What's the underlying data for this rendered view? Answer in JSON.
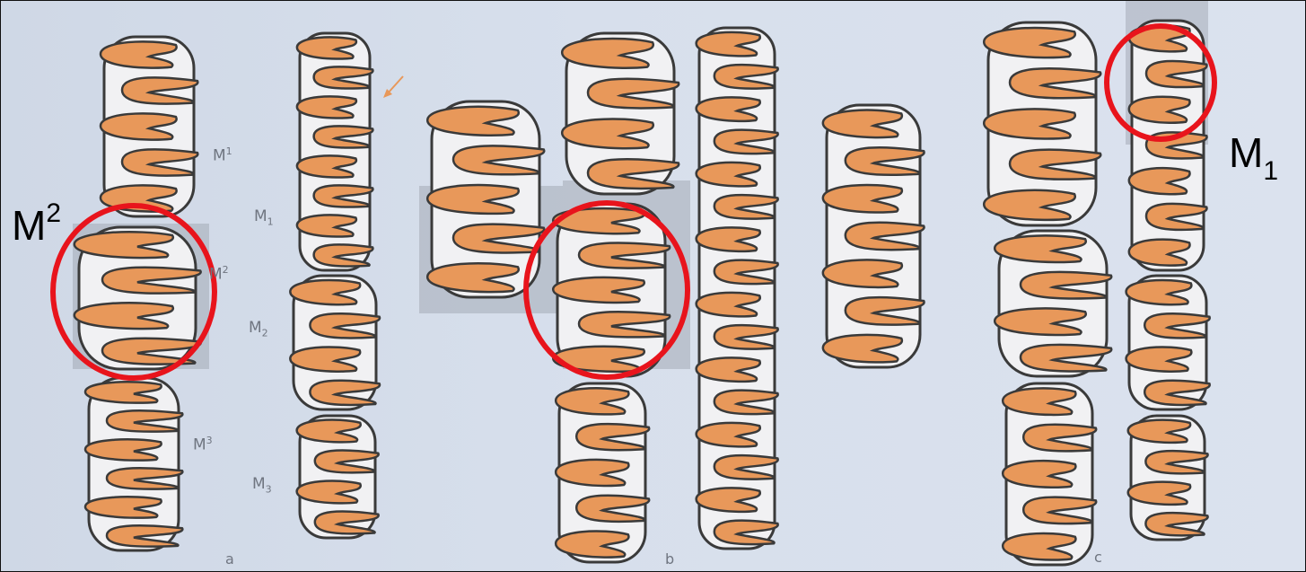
{
  "figure": {
    "panel_letters": [
      "a",
      "b",
      "c"
    ],
    "tooth_labels": {
      "upper_1_base": "M",
      "upper_1_sup": "1",
      "upper_2_base": "M",
      "upper_2_sup": "2",
      "upper_3_base": "M",
      "upper_3_sup": "3",
      "lower_1_base": "M",
      "lower_1_sub": "1",
      "lower_2_base": "M",
      "lower_2_sub": "2",
      "lower_3_base": "M",
      "lower_3_sub": "3"
    },
    "annotations": {
      "left_base": "M",
      "left_sup": "2",
      "right_base": "M",
      "right_sub": "1"
    },
    "colors": {
      "enamel_fill": "#e8985a",
      "outline": "#3a3a3a",
      "highlight_circle": "#e8141c",
      "shaded_box": "#9aa0aa"
    }
  }
}
